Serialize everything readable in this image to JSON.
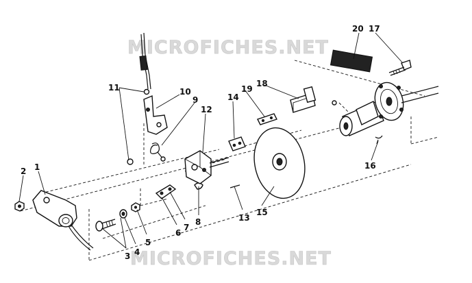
{
  "watermark": {
    "text": "MICROFICHES.NET",
    "color": "#d9d9d9"
  },
  "callouts": {
    "c1": "1",
    "c2": "2",
    "c3": "3",
    "c4": "4",
    "c5": "5",
    "c6": "6",
    "c7": "7",
    "c8": "8",
    "c9": "9",
    "c10": "10",
    "c11": "11",
    "c12": "12",
    "c13": "13",
    "c14": "14",
    "c15": "15",
    "c16": "16",
    "c17": "17",
    "c18": "18",
    "c19": "19",
    "c20": "20"
  }
}
